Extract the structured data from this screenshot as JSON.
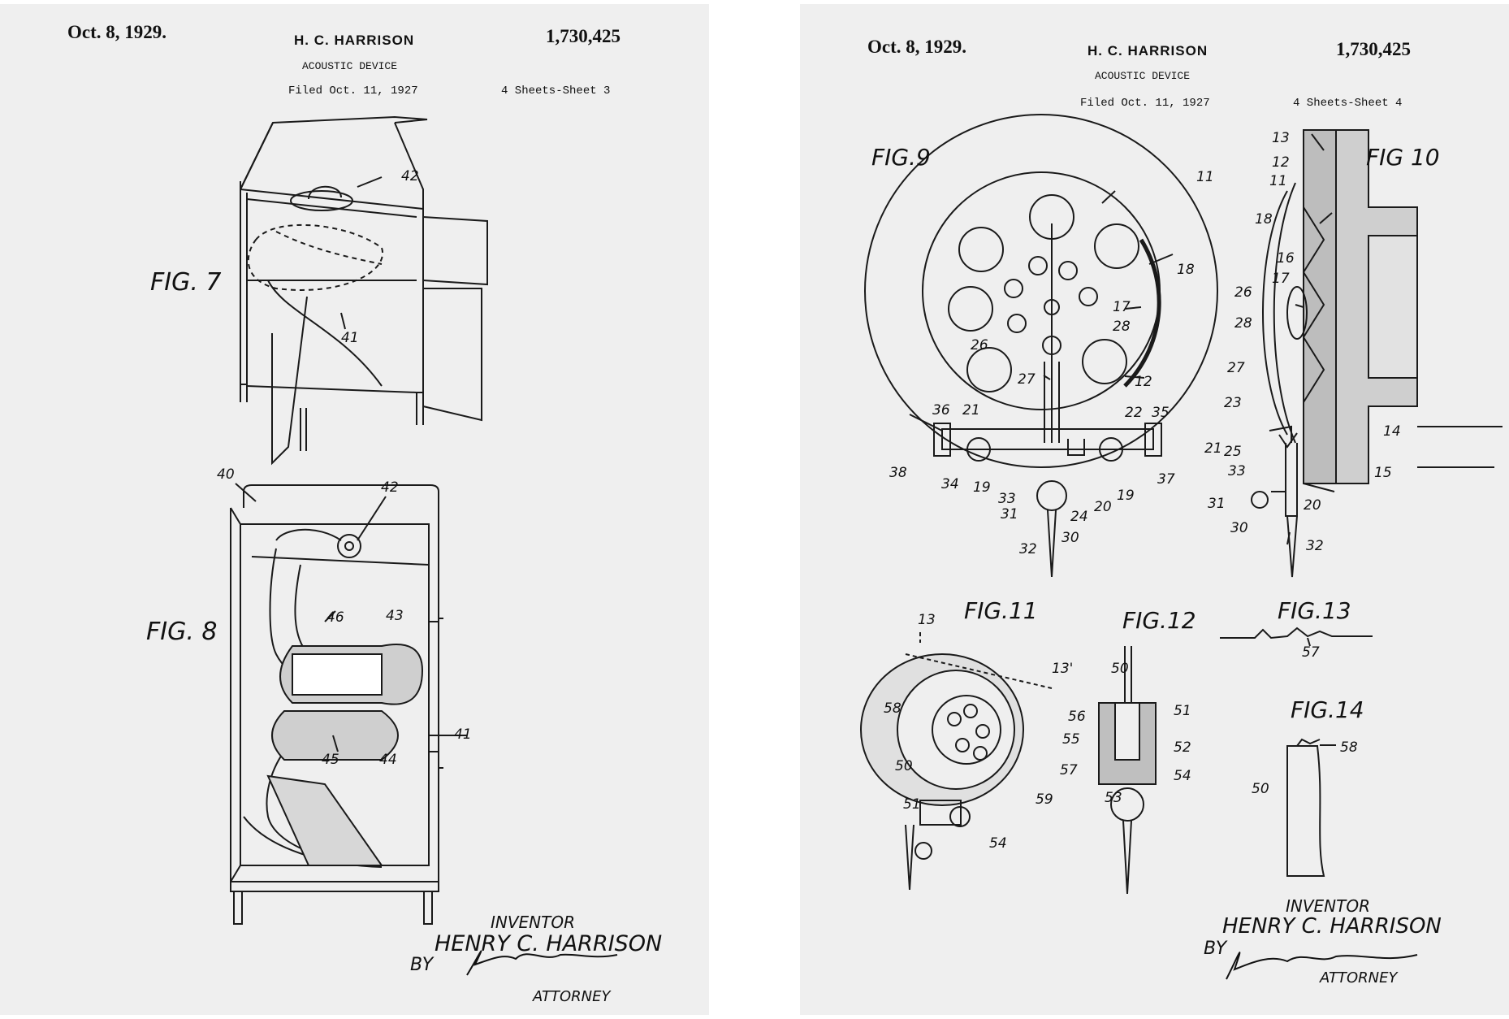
{
  "sheet3": {
    "date": "Oct. 8, 1929.",
    "inventor_name": "H. C. HARRISON",
    "patent_number": "1,730,425",
    "title": "ACOUSTIC DEVICE",
    "filed": "Filed Oct. 11, 1927",
    "sheet_label": "4 Sheets-Sheet  3",
    "figures": {
      "fig7": "FIG. 7",
      "fig8": "FIG. 8"
    },
    "refs": {
      "r42a": "42",
      "r41a": "41",
      "r40": "40",
      "r42b": "42",
      "r46": "46",
      "r43": "43",
      "r41b": "41",
      "r45": "45",
      "r44": "44"
    },
    "signature": {
      "inventor_label": "INVENTOR",
      "inventor": "HENRY C. HARRISON",
      "by": "BY",
      "attorney": "ATTORNEY"
    }
  },
  "sheet4": {
    "date": "Oct. 8, 1929.",
    "inventor_name": "H. C. HARRISON",
    "patent_number": "1,730,425",
    "title": "ACOUSTIC DEVICE",
    "filed": "Filed Oct. 11, 1927",
    "sheet_label": "4 Sheets-Sheet  4",
    "figures": {
      "fig9": "FIG.9",
      "fig10": "FIG 10",
      "fig11": "FIG.11",
      "fig12": "FIG.12",
      "fig13": "FIG.13",
      "fig14": "FIG.14"
    },
    "refs": {
      "f9_11": "11",
      "f9_18": "18",
      "f9_17": "17",
      "f9_28": "28",
      "f9_26": "26",
      "f9_27": "27",
      "f9_12": "12",
      "f9_36": "36",
      "f9_21": "21",
      "f9_22": "22",
      "f9_35": "35",
      "f9_38": "38",
      "f9_34": "34",
      "f9_19a": "19",
      "f9_33": "33",
      "f9_31": "31",
      "f9_24": "24",
      "f9_20": "20",
      "f9_19b": "19",
      "f9_37": "37",
      "f9_32": "32",
      "f9_30": "30",
      "f10_13": "13",
      "f10_12": "12",
      "f10_11": "11",
      "f10_18": "18",
      "f10_16": "16",
      "f10_17": "17",
      "f10_26": "26",
      "f10_28": "28",
      "f10_27": "27",
      "f10_23": "23",
      "f10_21": "21",
      "f10_25": "25",
      "f10_33": "33",
      "f10_14": "14",
      "f10_15": "15",
      "f10_31": "31",
      "f10_20": "20",
      "f10_30": "30",
      "f10_32": "32",
      "f11_13": "13",
      "f11_13p": "13'",
      "f11_58": "58",
      "f11_56": "56",
      "f11_55": "55",
      "f11_50": "50",
      "f11_57": "57",
      "f11_51": "51",
      "f11_59": "59",
      "f11_54": "54",
      "f12_50": "50",
      "f12_51": "51",
      "f12_52": "52",
      "f12_54": "54",
      "f12_53": "53",
      "f13_57": "57",
      "f14_58": "58",
      "f14_50": "50"
    },
    "signature": {
      "inventor_label": "INVENTOR",
      "inventor": "HENRY C. HARRISON",
      "by": "BY",
      "attorney": "ATTORNEY"
    }
  }
}
